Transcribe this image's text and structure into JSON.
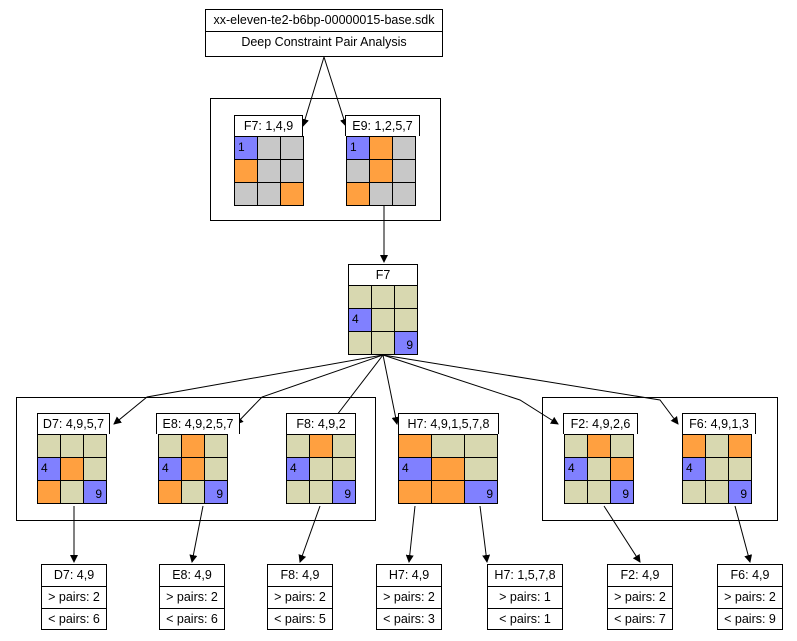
{
  "title_box": {
    "filename": "xx-eleven-te2-b6bp-00000015-base.sdk",
    "subtitle": "Deep Constraint Pair Analysis"
  },
  "colors": {
    "orange": "#ffa040",
    "blue": "#8080ff",
    "gray": "#c8c8c8",
    "khaki": "#d8d8b0"
  },
  "level1": [
    {
      "label": "F7: 1,4,9",
      "bg": "gray",
      "cells": [
        [
          "blue:1",
          "",
          ""
        ],
        [
          "orange",
          "",
          ""
        ],
        [
          "",
          "",
          "orange"
        ]
      ]
    },
    {
      "label": "E9: 1,2,5,7",
      "bg": "gray",
      "cells": [
        [
          "blue:1",
          "orange",
          ""
        ],
        [
          "",
          "orange",
          ""
        ],
        [
          "orange",
          "",
          ""
        ]
      ]
    }
  ],
  "center": {
    "label": "F7",
    "bg": "khaki",
    "cells": [
      [
        "",
        "",
        ""
      ],
      [
        "blue:4",
        "",
        ""
      ],
      [
        "",
        "",
        "blue:9"
      ]
    ]
  },
  "level3": [
    {
      "label": "D7: 4,9,5,7",
      "cells": [
        [
          "",
          "",
          ""
        ],
        [
          "blue:4",
          "orange",
          ""
        ],
        [
          "orange",
          "",
          "blue:9"
        ]
      ]
    },
    {
      "label": "E8: 4,9,2,5,7",
      "cells": [
        [
          "",
          "orange",
          ""
        ],
        [
          "blue:4",
          "orange",
          ""
        ],
        [
          "orange",
          "",
          "blue:9"
        ]
      ]
    },
    {
      "label": "F8: 4,9,2",
      "cells": [
        [
          "",
          "orange",
          ""
        ],
        [
          "blue:4",
          "",
          ""
        ],
        [
          "",
          "",
          "blue:9"
        ]
      ]
    },
    {
      "label": "H7: 4,9,1,5,7,8",
      "cells": [
        [
          "orange",
          "",
          ""
        ],
        [
          "blue:4",
          "orange",
          ""
        ],
        [
          "orange",
          "orange",
          "blue:9"
        ]
      ]
    },
    {
      "label": "F2: 4,9,2,6",
      "cells": [
        [
          "",
          "orange",
          ""
        ],
        [
          "blue:4",
          "",
          "orange"
        ],
        [
          "",
          "",
          "blue:9"
        ]
      ]
    },
    {
      "label": "F6: 4,9,1,3",
      "cells": [
        [
          "orange",
          "",
          "orange"
        ],
        [
          "blue:4",
          "",
          ""
        ],
        [
          "",
          "",
          "blue:9"
        ]
      ]
    }
  ],
  "results": [
    {
      "title": "D7: 4,9",
      "gt": "> pairs: 2",
      "lt": "< pairs: 6"
    },
    {
      "title": "E8: 4,9",
      "gt": "> pairs: 2",
      "lt": "< pairs: 6"
    },
    {
      "title": "F8: 4,9",
      "gt": "> pairs: 2",
      "lt": "< pairs: 5"
    },
    {
      "title": "H7: 4,9",
      "gt": "> pairs: 2",
      "lt": "< pairs: 3"
    },
    {
      "title": "H7: 1,5,7,8",
      "gt": "> pairs: 1",
      "lt": "< pairs: 1"
    },
    {
      "title": "F2: 4,9",
      "gt": "> pairs: 2",
      "lt": "< pairs: 7"
    },
    {
      "title": "F6: 4,9",
      "gt": "> pairs: 2",
      "lt": "< pairs: 9"
    }
  ]
}
